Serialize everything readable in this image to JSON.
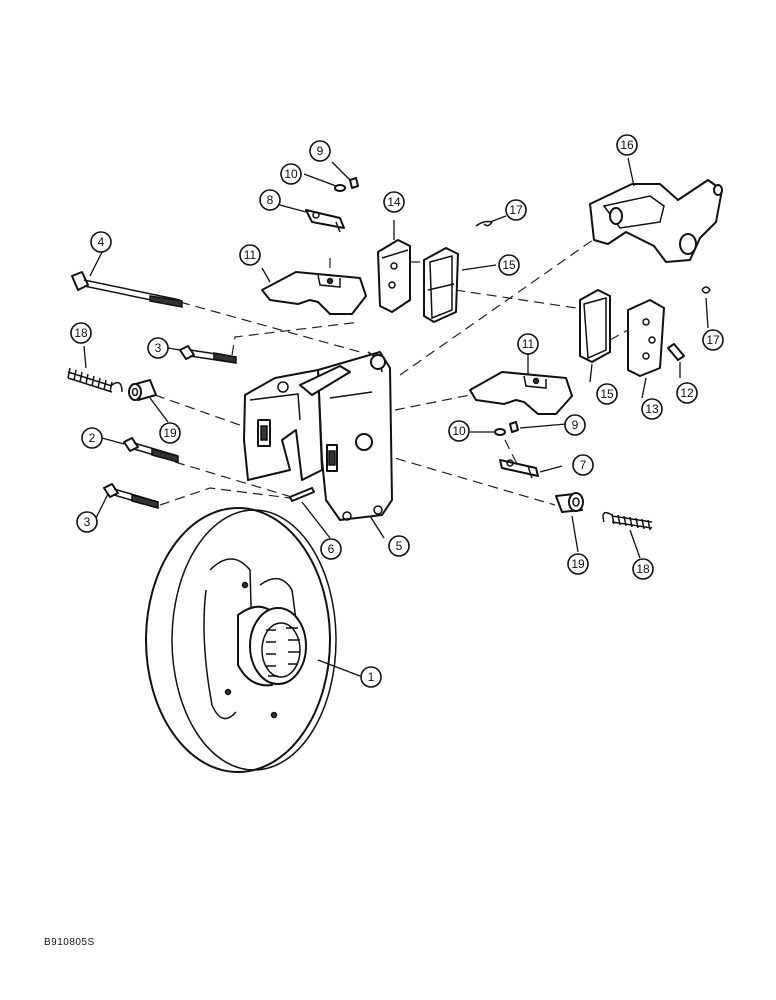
{
  "figure": {
    "document_code": "B910805S",
    "callouts": {
      "c1": "1",
      "c2": "2",
      "c3a": "3",
      "c3b": "3",
      "c4": "4",
      "c5": "5",
      "c6": "6",
      "c7": "7",
      "c8": "8",
      "c9a": "9",
      "c9b": "9",
      "c10a": "10",
      "c10b": "10",
      "c11a": "11",
      "c11b": "11",
      "c12": "12",
      "c13": "13",
      "c14": "14",
      "c15a": "15",
      "c15b": "15",
      "c16": "16",
      "c17a": "17",
      "c17b": "17",
      "c18a": "18",
      "c18b": "18",
      "c19a": "19",
      "c19b": "19"
    }
  }
}
